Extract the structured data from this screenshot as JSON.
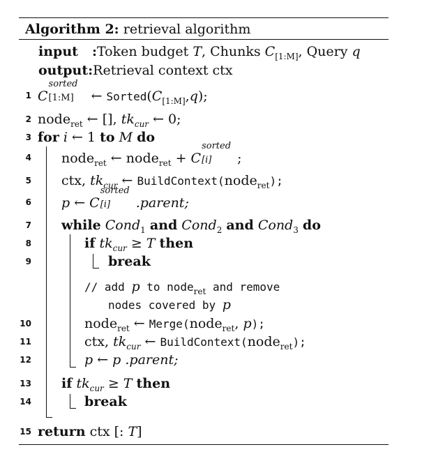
{
  "algo": {
    "label": "Algorithm 2:",
    "title": "retrieval algorithm"
  },
  "io": {
    "input_kw": "input",
    "input_colon": ":",
    "input_text_a": "Token budget ",
    "input_T": "T",
    "input_text_b": ", Chunks ",
    "input_C": "C",
    "input_C_sub": "[1:M]",
    "input_text_c": ", Query ",
    "input_q": "q",
    "output_kw": "output",
    "output_colon": ":",
    "output_text": "Retrieval context ctx"
  },
  "lines": [
    {
      "n": "1"
    },
    {
      "n": "2"
    },
    {
      "n": "3"
    },
    {
      "n": "4"
    },
    {
      "n": "5"
    },
    {
      "n": "6"
    },
    {
      "n": "7"
    },
    {
      "n": "8"
    },
    {
      "n": "9"
    },
    {
      "n": "10"
    },
    {
      "n": "11"
    },
    {
      "n": "12"
    },
    {
      "n": "13"
    },
    {
      "n": "14"
    },
    {
      "n": "15"
    }
  ],
  "sym": {
    "C": "C",
    "sorted": "sorted",
    "sub_1M": "[1:M]",
    "sub_i": "[i]",
    "arrow": " ← ",
    "node": "node",
    "ret": "ret",
    "tk": "tk",
    "cur": "cur",
    "q": "q",
    "p": "p",
    "i": "i",
    "M": "M",
    "T": "T",
    "geq": " ≥ ",
    "plus": " + ",
    "semi": ";",
    "ctx": "ctx",
    "comma": ", ",
    "parent": ".parent;",
    "parent_sp": " .parent;",
    "cond": "Cond",
    "c1": "1",
    "c2": "2",
    "c3": "3"
  },
  "code": {
    "sorted_fn": "Sorted",
    "build_fn": "BuildContext",
    "merge_fn": "Merge",
    "empty_list": "[]",
    "zero": "0;",
    "one": "1",
    "slice": "[: ",
    "slice_end": "]"
  },
  "kw": {
    "for": "for",
    "to": "to",
    "do": "do",
    "while": "while",
    "and": "and",
    "if": "if",
    "then": "then",
    "break": "break",
    "return": "return"
  },
  "comment": {
    "line1_a": "// add ",
    "line1_b": " to node",
    "line1_c": " and remove",
    "line2_a": "nodes covered by "
  }
}
